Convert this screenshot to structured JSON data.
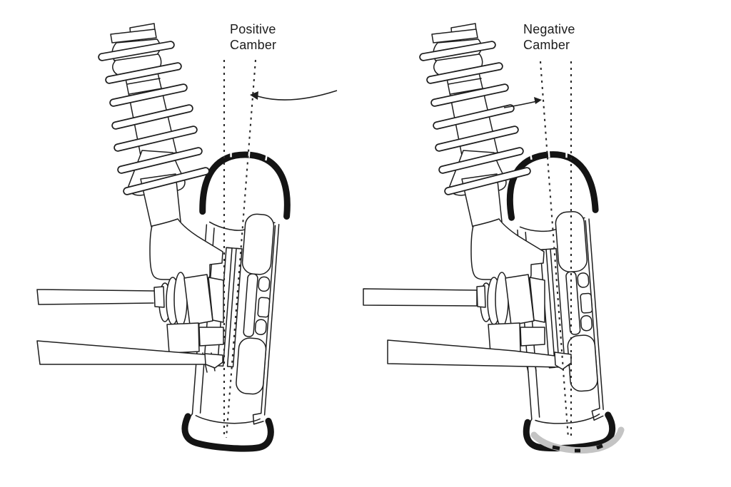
{
  "figure": {
    "type": "suspension-camber-comparison-diagram",
    "background": "#ffffff",
    "panels": [
      {
        "id": "positive",
        "label_line1": "Positive",
        "label_line2": "Camber",
        "reference_lines": [
          "vertical-reference-line",
          "wheel-axis-line-tilted-out-at-top"
        ],
        "annotation": "arrow pointing to camber angle between dashed lines"
      },
      {
        "id": "negative",
        "label_line1": "Negative",
        "label_line2": "Camber",
        "reference_lines": [
          "wheel-axis-line-tilted-in-at-top",
          "vertical-reference-line"
        ],
        "annotation": "arrow pointing to camber angle between dashed lines"
      }
    ],
    "components": [
      "strut-top-mount",
      "coil-spring",
      "strut-body",
      "steering-knuckle",
      "cv-axle-shaft",
      "cv-boot",
      "brake-rotor",
      "brake-caliper",
      "lower-control-arm",
      "wheel-rim-cross-section",
      "tire-cross-section"
    ],
    "colors": {
      "line": "#1e1e1e",
      "tire": "#141414",
      "dashed_line": "#2b2b2b",
      "watermark_grey": "#c4c4c4",
      "background": "#ffffff"
    }
  }
}
